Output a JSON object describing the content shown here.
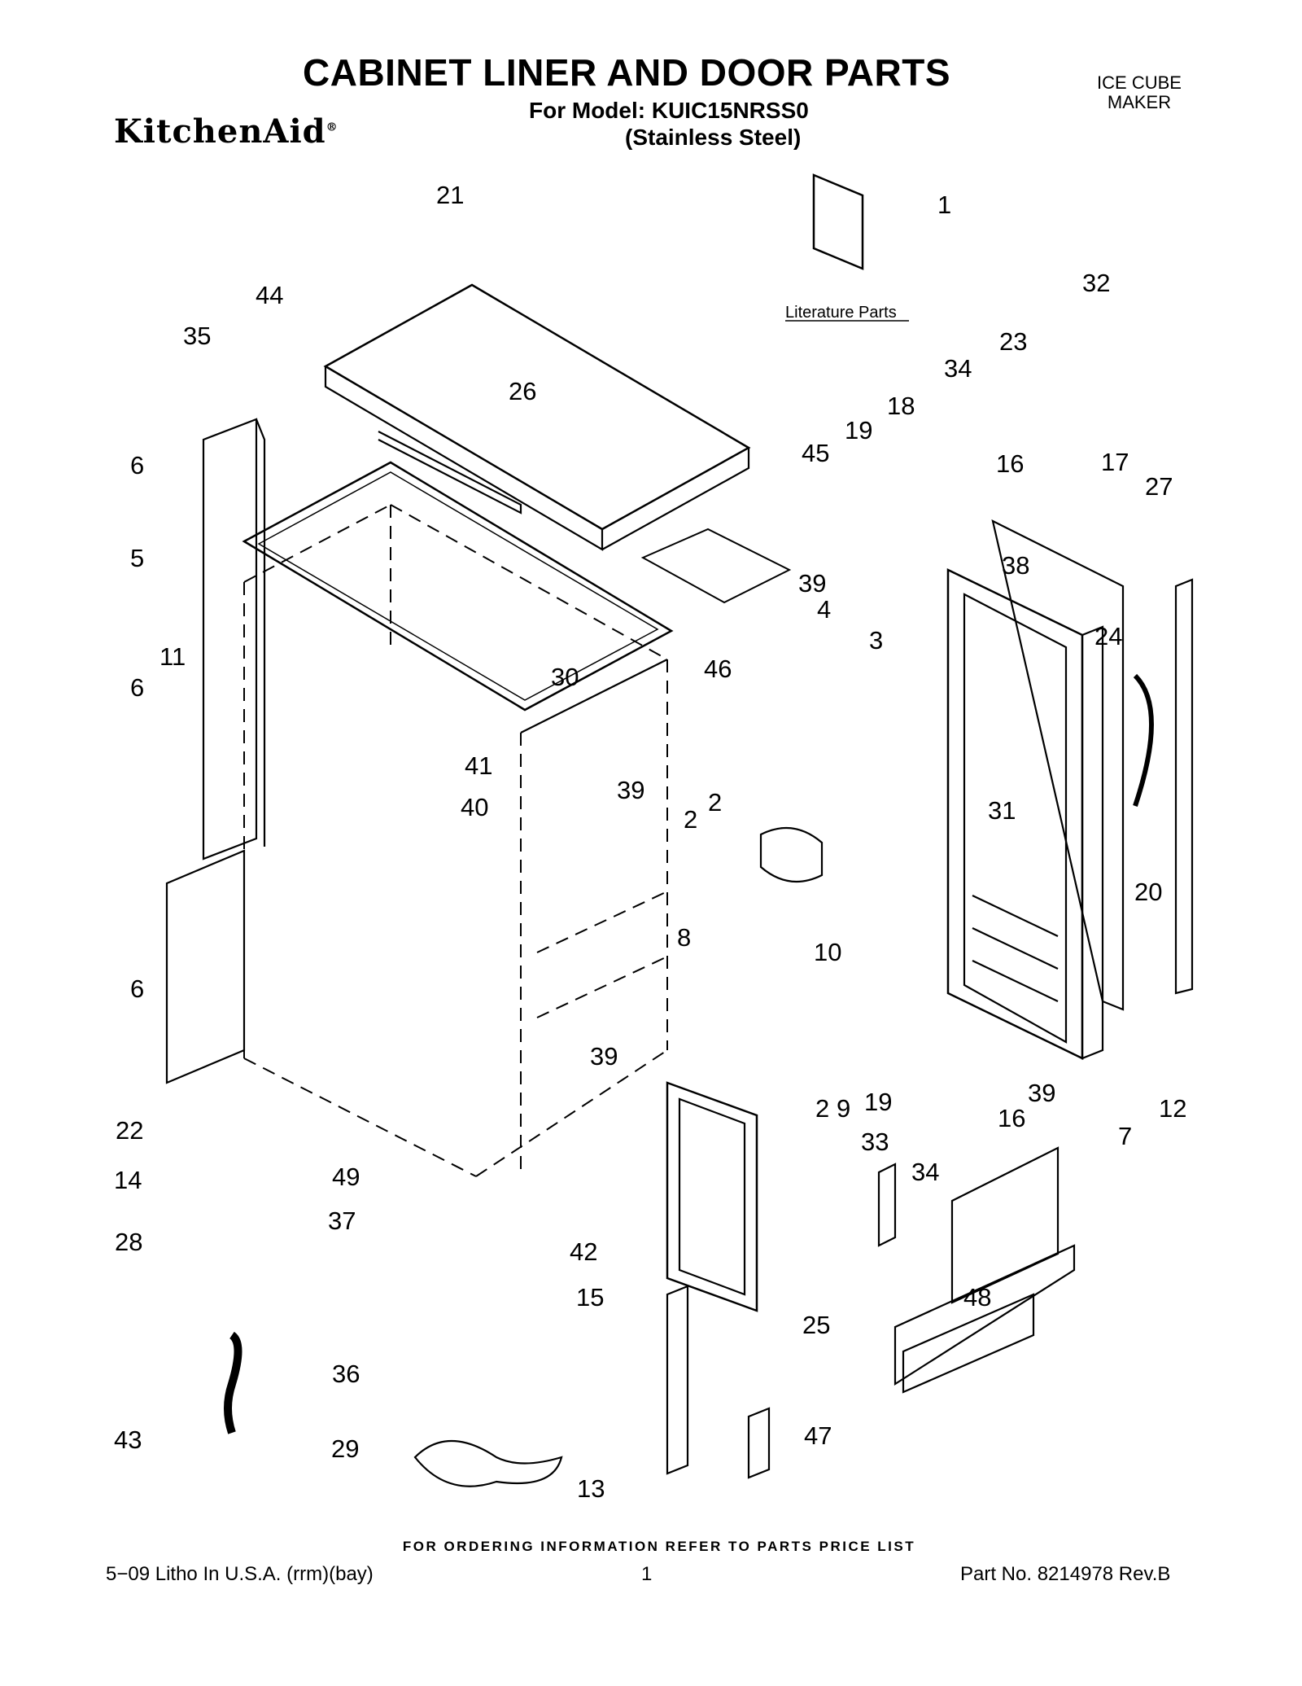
{
  "header": {
    "title": "CABINET LINER AND DOOR PARTS",
    "brand": "KitchenAid",
    "brand_mark": "®",
    "model_line1": "For Model: KUIC15NRSS0",
    "model_line2": "(Stainless Steel)",
    "category_line1": "ICE CUBE",
    "category_line2": "MAKER"
  },
  "diagram": {
    "literature_label": "Literature Parts",
    "callouts": [
      "1",
      "2",
      "2",
      "2",
      "3",
      "4",
      "5",
      "6",
      "6",
      "6",
      "7",
      "8",
      "9",
      "10",
      "11",
      "12",
      "13",
      "14",
      "15",
      "16",
      "16",
      "17",
      "18",
      "19",
      "19",
      "20",
      "21",
      "22",
      "23",
      "24",
      "25",
      "26",
      "27",
      "28",
      "29",
      "30",
      "31",
      "32",
      "33",
      "34",
      "34",
      "35",
      "36",
      "37",
      "38",
      "39",
      "39",
      "39",
      "39",
      "40",
      "41",
      "42",
      "43",
      "44",
      "45",
      "46",
      "47",
      "48",
      "49"
    ]
  },
  "footer": {
    "ordering_note": "FOR ORDERING INFORMATION REFER TO PARTS PRICE LIST",
    "litho": "5−09 Litho In U.S.A. (rrm)(bay)",
    "page_number": "1",
    "part_number": "Part No. 8214978 Rev.B"
  }
}
